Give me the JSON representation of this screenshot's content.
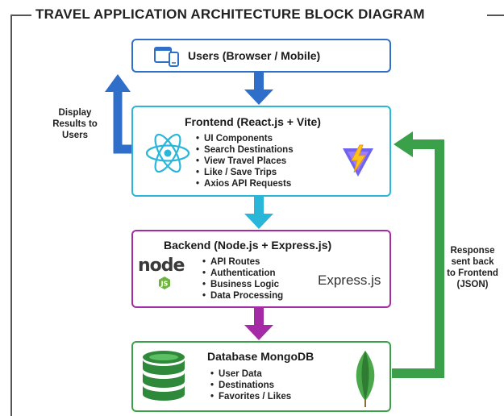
{
  "title": "TRAVEL APPLICATION ARCHITECTURE BLOCK DIAGRAM",
  "users_box": {
    "label": "Users (Browser / Mobile)",
    "icon": "device-icon",
    "color": "#2f6fc9"
  },
  "frontend_box": {
    "label": "Frontend (React.js + Vite)",
    "icons": [
      "react-icon",
      "vite-icon"
    ],
    "color": "#29b6d9",
    "items": [
      "UI Components",
      "Search Destinations",
      "View Travel Places",
      "Like / Save Trips",
      "Axios API Requests"
    ]
  },
  "backend_box": {
    "label": "Backend (Node.js + Express.js)",
    "icons": [
      "node-icon",
      "express-icon"
    ],
    "node_logo_text": "node",
    "express_logo_text": "Express.js",
    "color": "#a52aa5",
    "items": [
      "API Routes",
      "Authentication",
      "Business Logic",
      "Data Processing"
    ]
  },
  "database_box": {
    "label": "Database MongoDB",
    "icons": [
      "database-icon",
      "mongodb-leaf-icon"
    ],
    "color": "#3aa04a",
    "items": [
      "User Data",
      "Destinations",
      "Favorites / Likes"
    ]
  },
  "left_annotation": {
    "lines": [
      "Display",
      "Results to",
      "Users"
    ],
    "arrow_color": "#2f6fc9"
  },
  "right_annotation": {
    "lines": [
      "Response",
      "sent back",
      "to Frontend",
      "(JSON)"
    ],
    "arrow_color": "#3aa04a"
  }
}
